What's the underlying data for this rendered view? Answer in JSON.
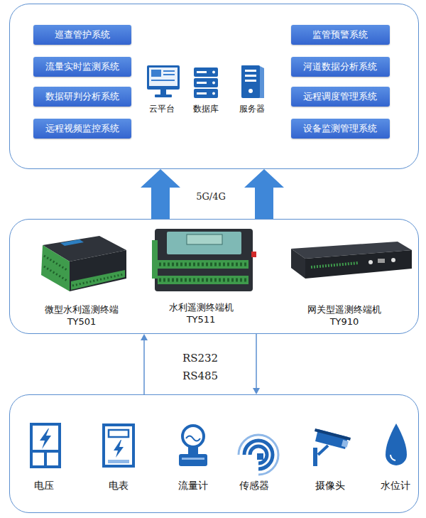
{
  "diagram": {
    "nodes": [
      {
        "text": []
      },
      {
        "text": [
          "巡查管护系统"
        ],
        "in": 0
      },
      {
        "text": [
          "流量实时监测系统"
        ],
        "in": 0
      },
      {
        "text": [
          "数据研判分析系统"
        ],
        "in": 0
      },
      {
        "text": [
          "远程视频监控系统"
        ],
        "in": 0
      },
      {
        "text": [
          "监管预警系统"
        ],
        "in": 0
      },
      {
        "text": [
          "河道数据分析系统"
        ],
        "in": 0
      },
      {
        "text": [
          "远程调度管理系统"
        ],
        "in": 0
      },
      {
        "text": [
          "设备监测管理系统"
        ],
        "in": 0
      },
      {
        "text": []
      },
      {
        "text": []
      }
    ],
    "edges": [
      {
        "from": 9,
        "to": 0,
        "arrow": "to",
        "label": "5G/4G"
      },
      {
        "from": 9,
        "to": 0,
        "arrow": "to"
      },
      {
        "from": 10,
        "to": 9,
        "arrow": "to",
        "label": "RS232 RS485"
      },
      {
        "from": 9,
        "to": 10,
        "arrow": "to"
      }
    ],
    "labels": [
      "云平台",
      "数据库",
      "服务器",
      "微型水利遥测终端",
      "TY501",
      "水利遥测终端机",
      "TY511",
      "网关型遥测终端机",
      "TY910",
      "电压",
      "电表",
      "流量计",
      "传感器",
      "摄像头",
      "水位计"
    ]
  }
}
